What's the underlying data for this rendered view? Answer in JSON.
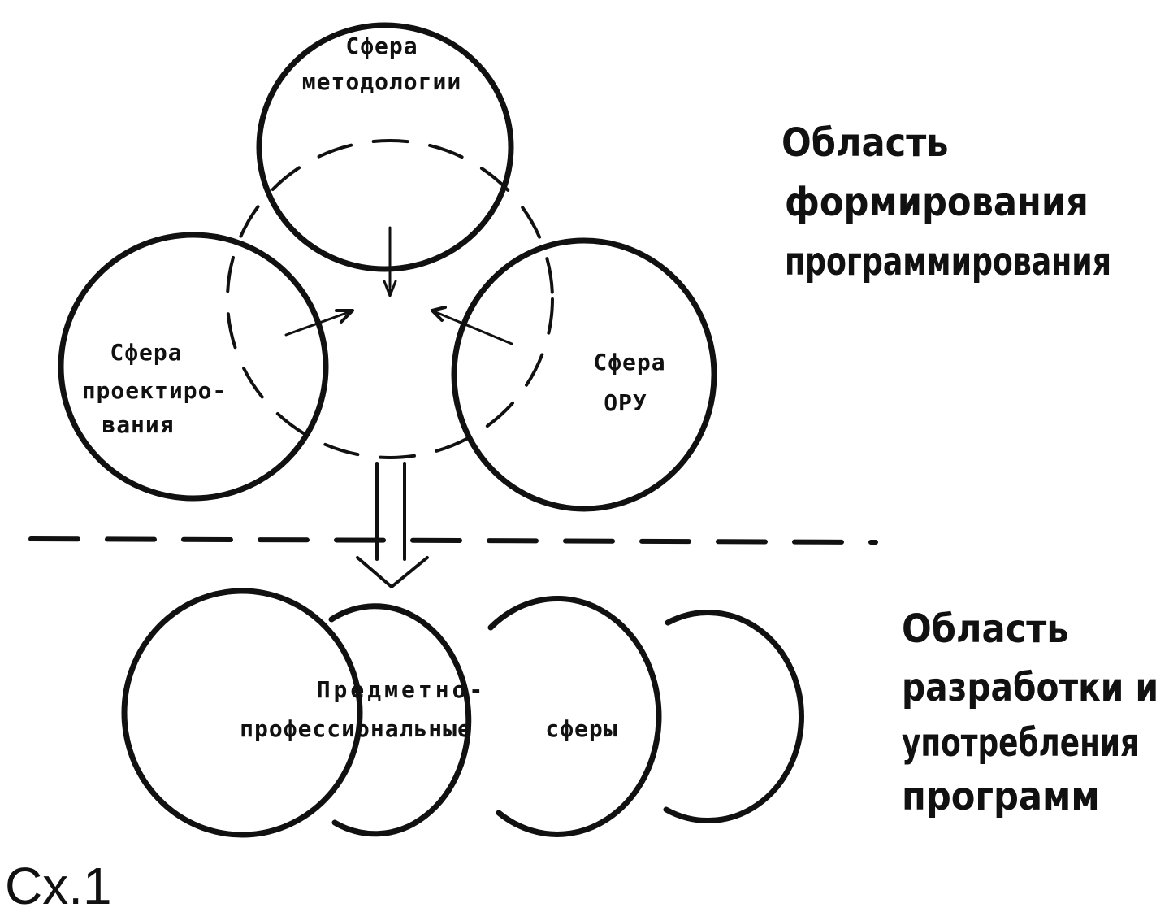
{
  "diagram": {
    "spheres": {
      "methodology": {
        "line1": "Сфера",
        "line2": "методологии"
      },
      "design": {
        "line1": "Сфера",
        "line2": "проектиро-",
        "line3": "вания"
      },
      "oru": {
        "line1": "Сфера",
        "line2": "ОРУ"
      }
    },
    "subject_spheres": {
      "line1": "Предметно-",
      "line2": "профессиональные",
      "line3": "сферы"
    },
    "upper_region": {
      "line1": "Область",
      "line2": "формирования",
      "line3": "программирования"
    },
    "lower_region": {
      "line1": "Область",
      "line2": "разработки и",
      "line3": "употребления",
      "line4": "программ"
    },
    "figure_label": "Сх.1"
  }
}
